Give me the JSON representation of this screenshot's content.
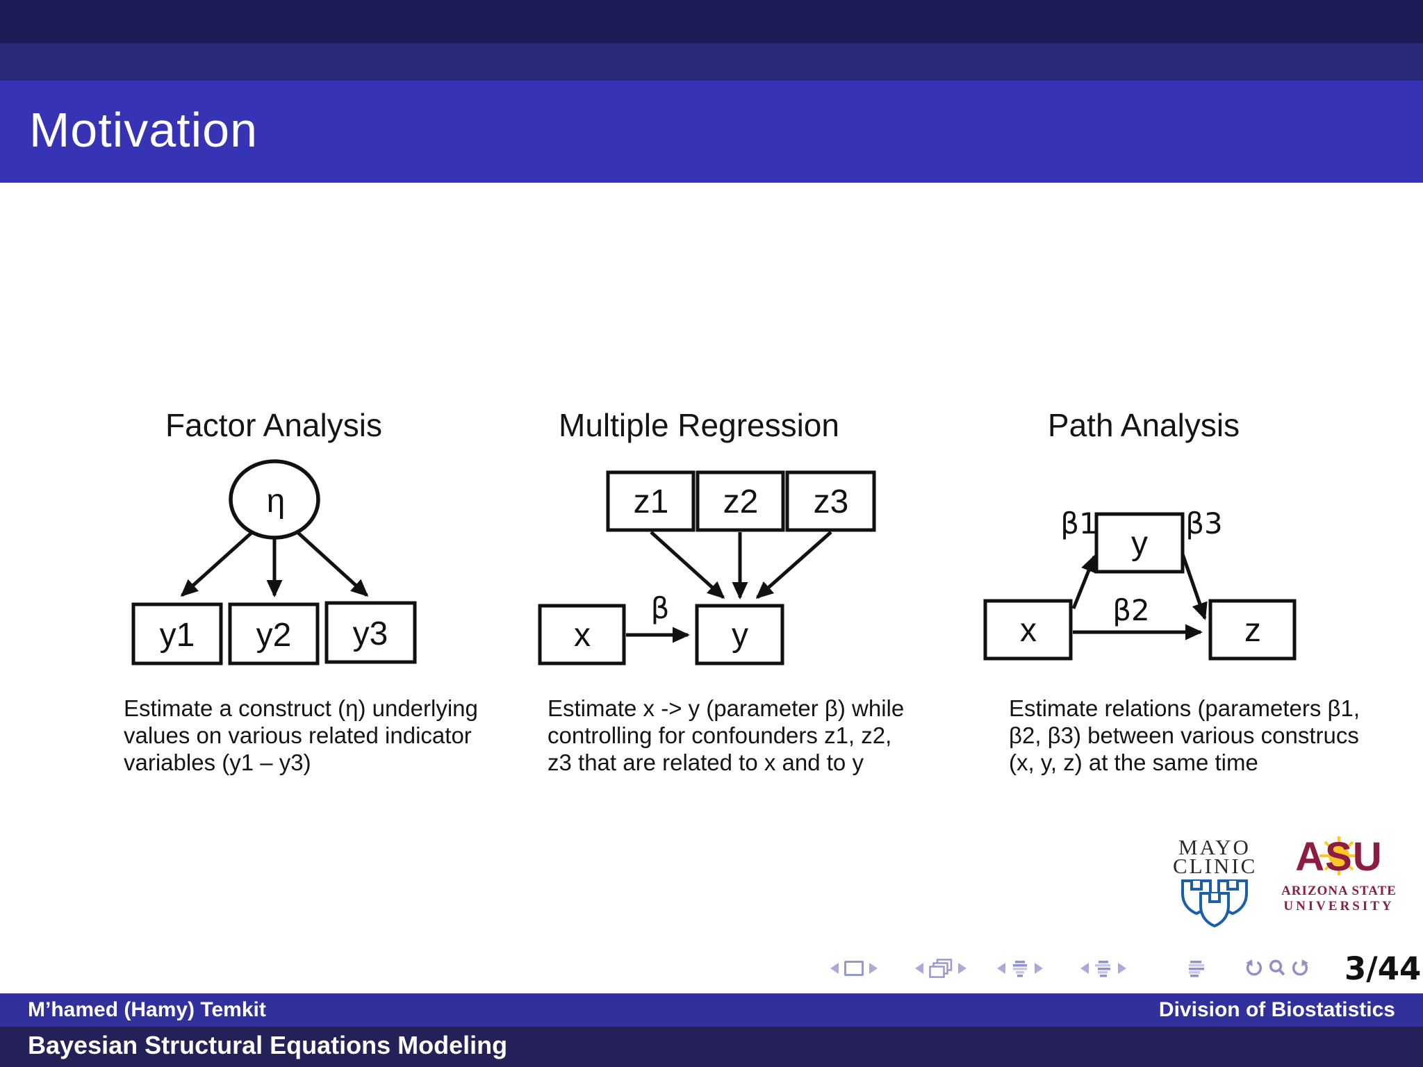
{
  "header": {
    "title": "Motivation"
  },
  "diagrams": [
    {
      "title": "Factor Analysis",
      "nodes": {
        "factor": "η",
        "y1": "y1",
        "y2": "y2",
        "y3": "y3"
      },
      "caption": "Estimate a construct (η) underlying\nvalues on various related indicator\nvariables (y1 – y3)"
    },
    {
      "title": "Multiple Regression",
      "nodes": {
        "z1": "z1",
        "z2": "z2",
        "z3": "z3",
        "x": "x",
        "y": "y"
      },
      "labels": {
        "beta": "β"
      },
      "caption": "Estimate x -> y (parameter β) while\ncontrolling for confounders z1, z2,\nz3 that are related to x and to y"
    },
    {
      "title": "Path Analysis",
      "nodes": {
        "x": "x",
        "y": "y",
        "z": "z"
      },
      "labels": {
        "beta1": "β1",
        "beta2": "β2",
        "beta3": "β3"
      },
      "caption": "Estimate relations (parameters β1,\nβ2, β3) between various construcs\n(x, y, z) at the same time"
    }
  ],
  "logos": {
    "mayo": {
      "line1": "MAYO",
      "line2": "CLINIC"
    },
    "asu": {
      "acronym": "ASU",
      "line1": "ARIZONA STATE",
      "line2": "UNIVERSITY"
    }
  },
  "nav": {
    "page": "3/44"
  },
  "footer": {
    "author": "M’hamed (Hamy) Temkit",
    "institute": "Division of Biostatistics",
    "talk_title": "Bayesian Structural Equations Modeling"
  },
  "colors": {
    "band_top": "#1d1b55",
    "band_mid": "#2a2878",
    "frametitle": "#3634b4",
    "footer_top": "#31309c",
    "footer_bottom": "#232158",
    "nav_icon": "#9898cf",
    "mayo_blue": "#1b5faa",
    "asu_maroon": "#8c1d40",
    "asu_gold": "#ffc627"
  }
}
